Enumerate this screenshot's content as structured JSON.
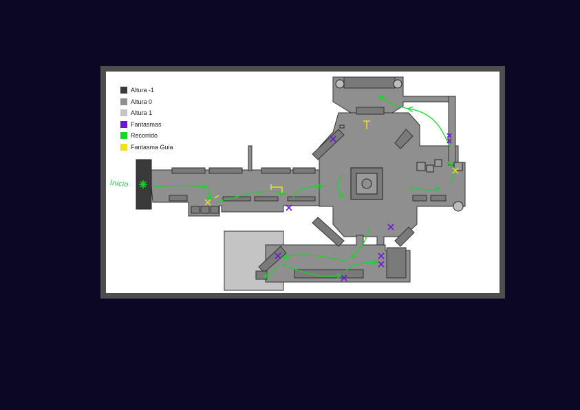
{
  "legend": {
    "items": [
      {
        "label": "Altura -1",
        "color": "#3a3a3a"
      },
      {
        "label": "Altura  0",
        "color": "#8f8f8f"
      },
      {
        "label": "Altura  1",
        "color": "#c4c4c4"
      },
      {
        "label": "Fantasmas",
        "color": "#6a17d6"
      },
      {
        "label": "Recorrido",
        "color": "#16d626"
      },
      {
        "label": "Fantasma Guia",
        "color": "#f2e11a"
      }
    ]
  },
  "map": {
    "start_label": "Inicio"
  },
  "colors": {
    "background": "#0d0726",
    "frame": "#4d4d4d",
    "canvas": "#ffffff",
    "floor_minus1": "#3a3a3a",
    "floor_0": "#8f8f8f",
    "floor_1": "#c4c4c4",
    "ghost": "#6a17d6",
    "route": "#16d626",
    "guide_ghost": "#f2e11a"
  },
  "icons": [
    "start-star-icon",
    "ghost-x-icon",
    "guide-ghost-x-icon",
    "route-arrow-icon"
  ]
}
